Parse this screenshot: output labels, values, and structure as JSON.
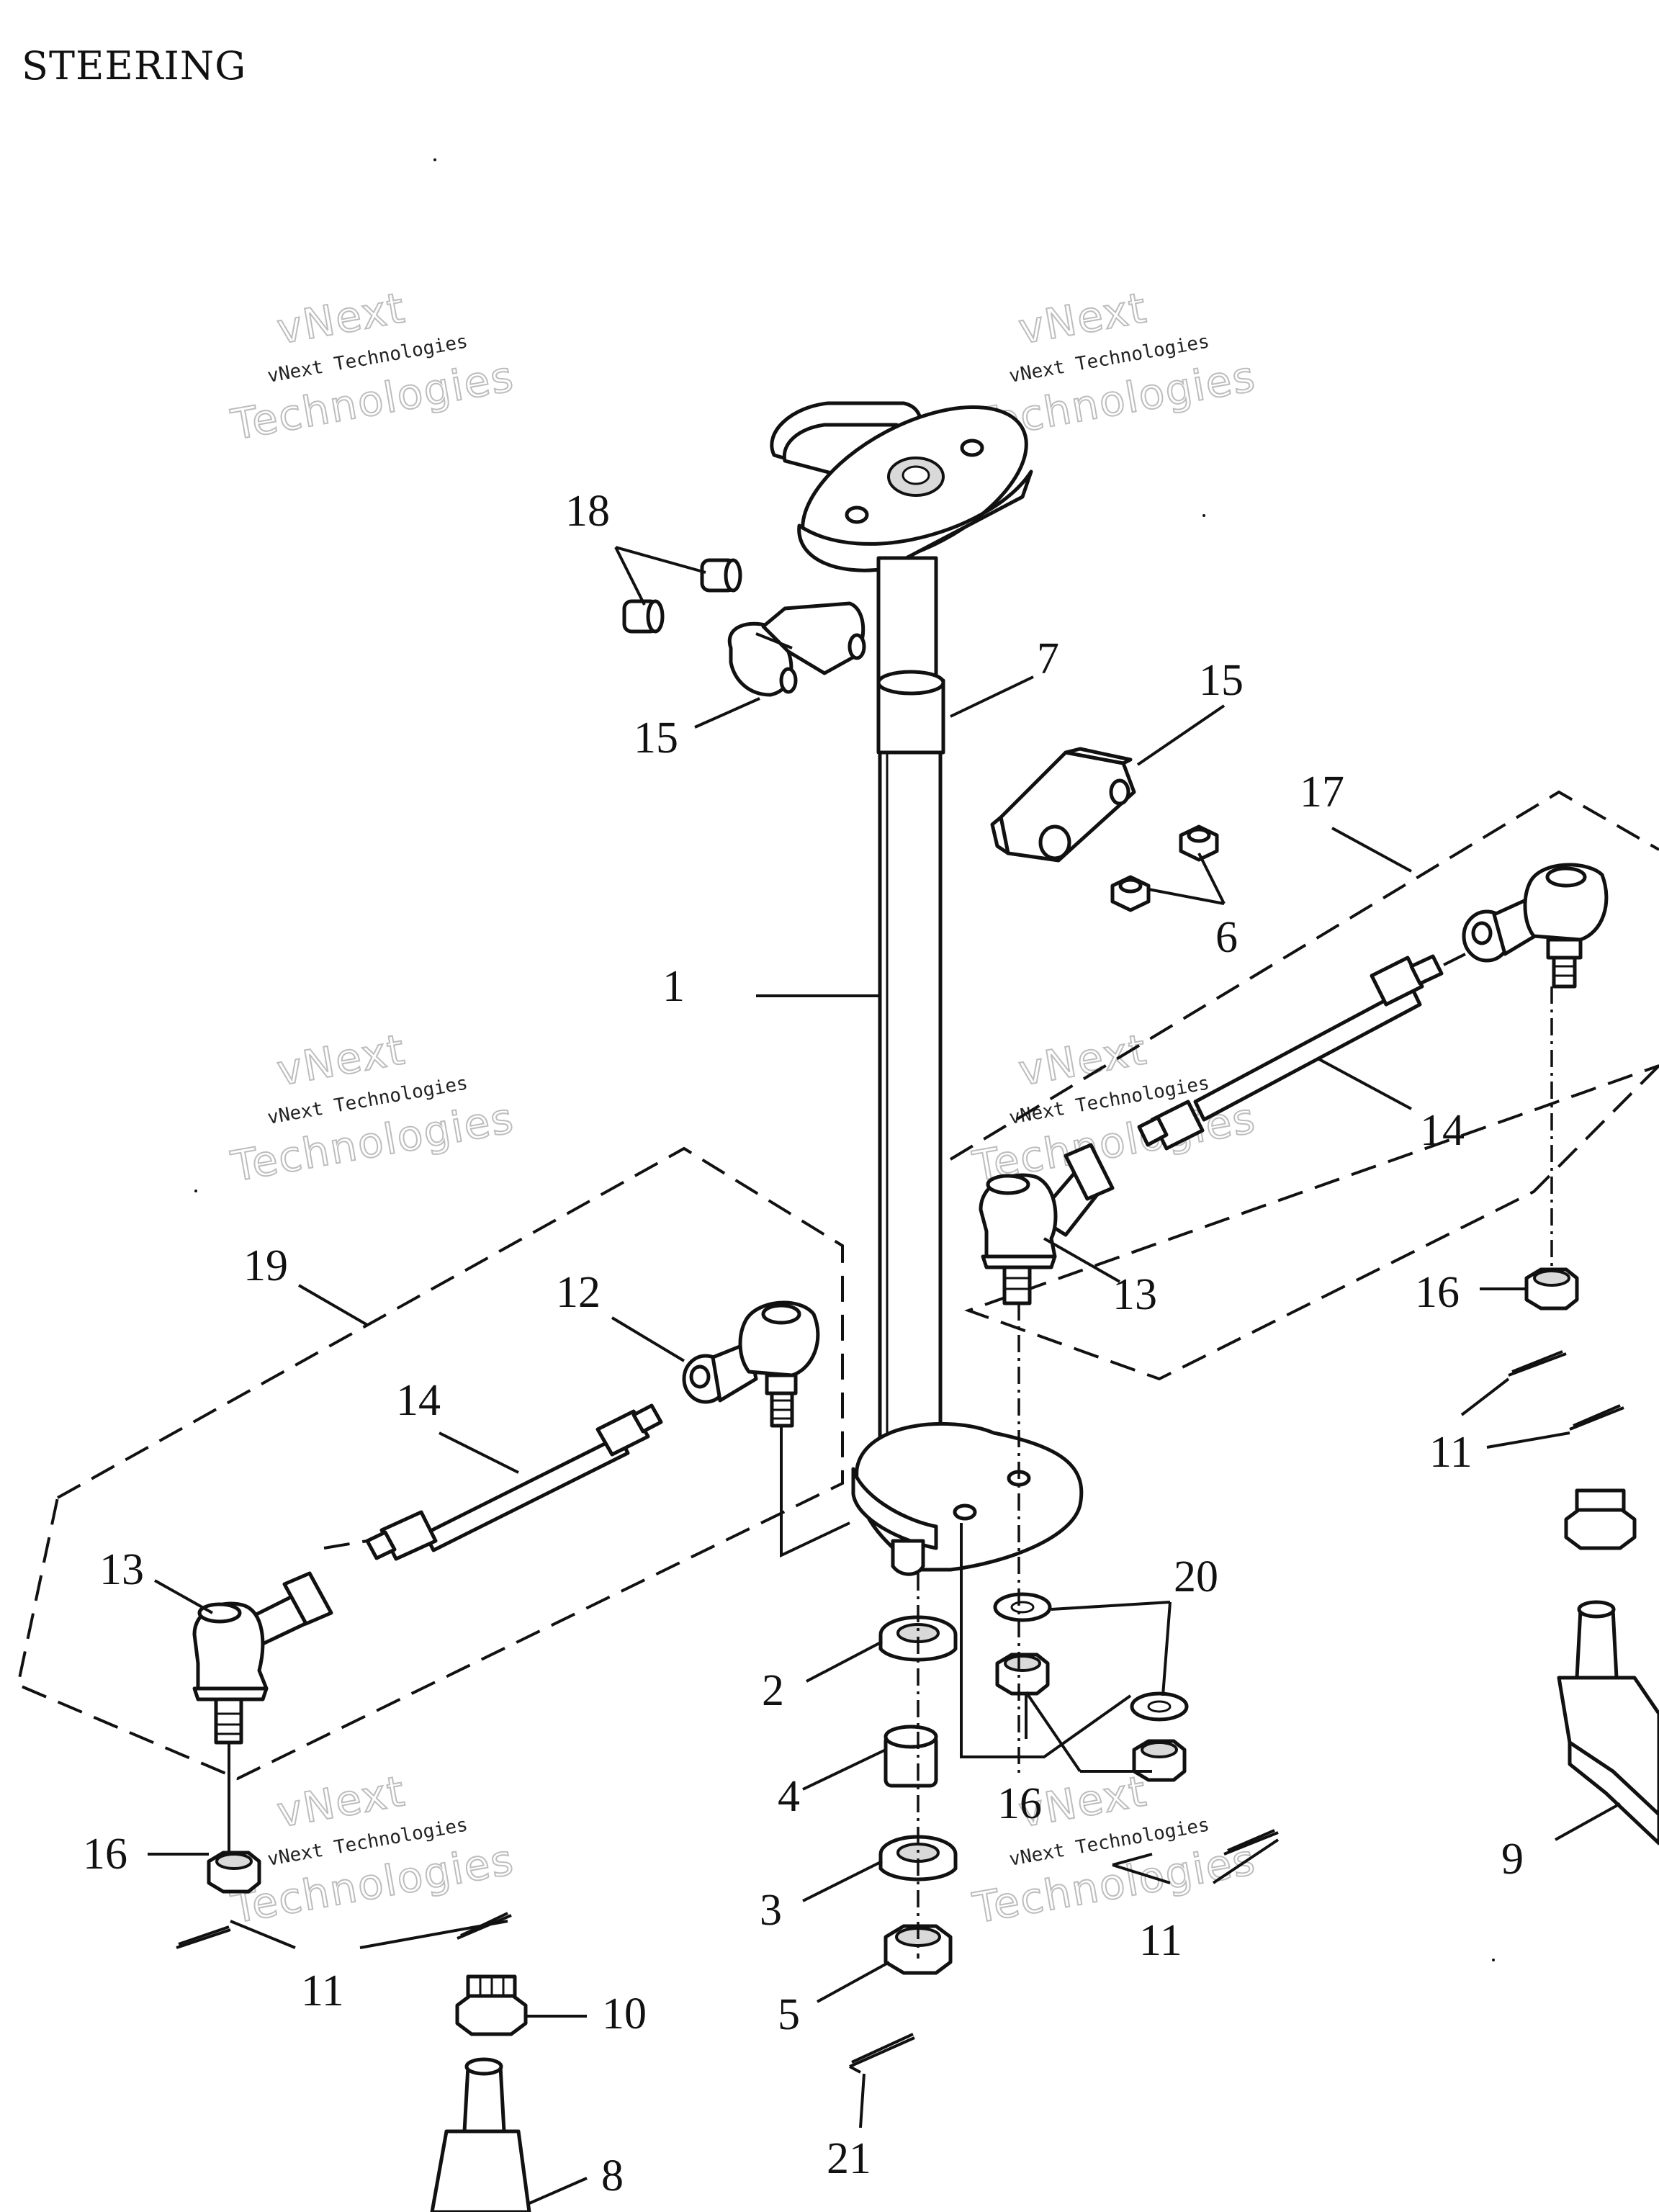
{
  "title": "STEERING",
  "watermark": {
    "line1": "vNext Technologies",
    "line2_top": "vNext",
    "line2_bottom": "Technologies"
  },
  "callouts": {
    "c1": "1",
    "c2": "2",
    "c3": "3",
    "c4": "4",
    "c5": "5",
    "c6": "6",
    "c7": "7",
    "c8": "8",
    "c9": "9",
    "c10": "10",
    "c11a": "11",
    "c11b": "11",
    "c11c": "11",
    "c12": "12",
    "c13a": "13",
    "c13b": "13",
    "c14a": "14",
    "c14b": "14",
    "c15a": "15",
    "c15b": "15",
    "c16a": "16",
    "c16b": "16",
    "c16c": "16",
    "c17": "17",
    "c18": "18",
    "c19": "19",
    "c20": "20",
    "c21": "21"
  }
}
